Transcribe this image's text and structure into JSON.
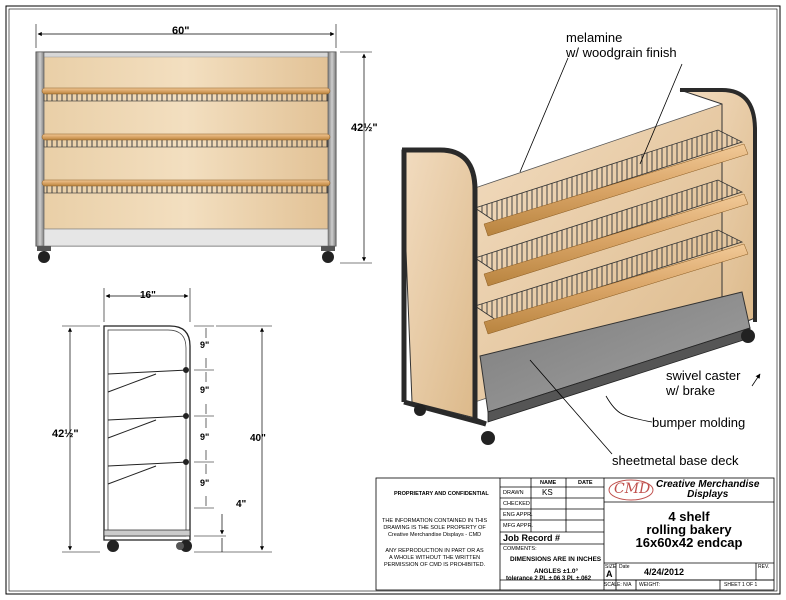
{
  "front_view": {
    "width_dim": "60\"",
    "height_dim": "42½\""
  },
  "side_view": {
    "depth_dim": "16\"",
    "height_dim": "42½\"",
    "inner_height_dim": "40\"",
    "shelf_spacing": [
      "9\"",
      "9\"",
      "9\"",
      "9\""
    ],
    "base_dim": "4\""
  },
  "callouts": {
    "material": "melamine\nw/ woodgrain finish",
    "caster": "swivel caster\nw/ brake",
    "bumper": "bumper molding",
    "deck": "sheetmetal base deck"
  },
  "title_block": {
    "proprietary": "PROPRIETARY AND CONFIDENTIAL",
    "notice1": "THE INFORMATION CONTAINED IN THIS\nDRAWING IS THE SOLE PROPERTY OF\nCreative Merchandise Displays - CMD",
    "notice2": "ANY REPRODUCTION IN PART OR AS\nA WHOLE WITHOUT THE WRITTEN\nPERMISSION OF CMD IS PROHIBITED.",
    "hdr_name": "NAME",
    "hdr_date": "DATE",
    "rows": [
      {
        "label": "DRAWN",
        "name": "KS"
      },
      {
        "label": "CHECKED",
        "name": ""
      },
      {
        "label": "ENG APPR.",
        "name": ""
      },
      {
        "label": "MFG APPR.",
        "name": ""
      }
    ],
    "job_record": "Job Record #",
    "comments": "COMMENTS:",
    "dimensions": "DIMENSIONS ARE IN INCHES",
    "angles": "ANGLES  ±1.0°",
    "tolerance": "tolerance 2 PL ±.06 3 PL ±.062",
    "logo": "CMD",
    "company": "Creative Merchandise\nDisplays",
    "title": "4 shelf\nrolling bakery\n16x60x42 endcap",
    "size_label": "SIZE",
    "size": "A",
    "date_label": "Date",
    "date": "4/24/2012",
    "rev_label": "REV.",
    "scale": "SCALE: N/A",
    "weight": "WEIGHT:",
    "sheet": "SHEET 1 OF 1"
  }
}
